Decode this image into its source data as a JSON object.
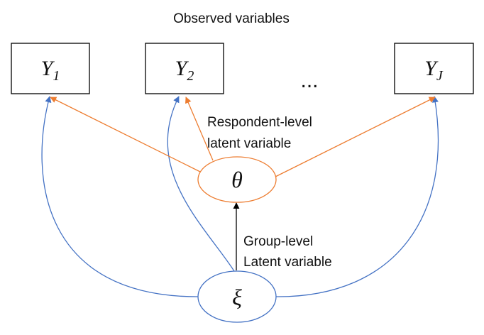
{
  "title": "Observed variables",
  "observed": [
    {
      "symbol": "Y",
      "subscript": "1"
    },
    {
      "symbol": "Y",
      "subscript": "2"
    },
    {
      "symbol": "Y",
      "subscript": "J"
    }
  ],
  "ellipsis": "...",
  "respondent_label": [
    "Respondent-level",
    "latent variable"
  ],
  "theta_symbol": "θ",
  "group_label": [
    "Group-level",
    "Latent variable"
  ],
  "xi_symbol": "ξ",
  "colors": {
    "orange": "#ED7D31",
    "blue": "#4472C4",
    "black": "#000000"
  }
}
